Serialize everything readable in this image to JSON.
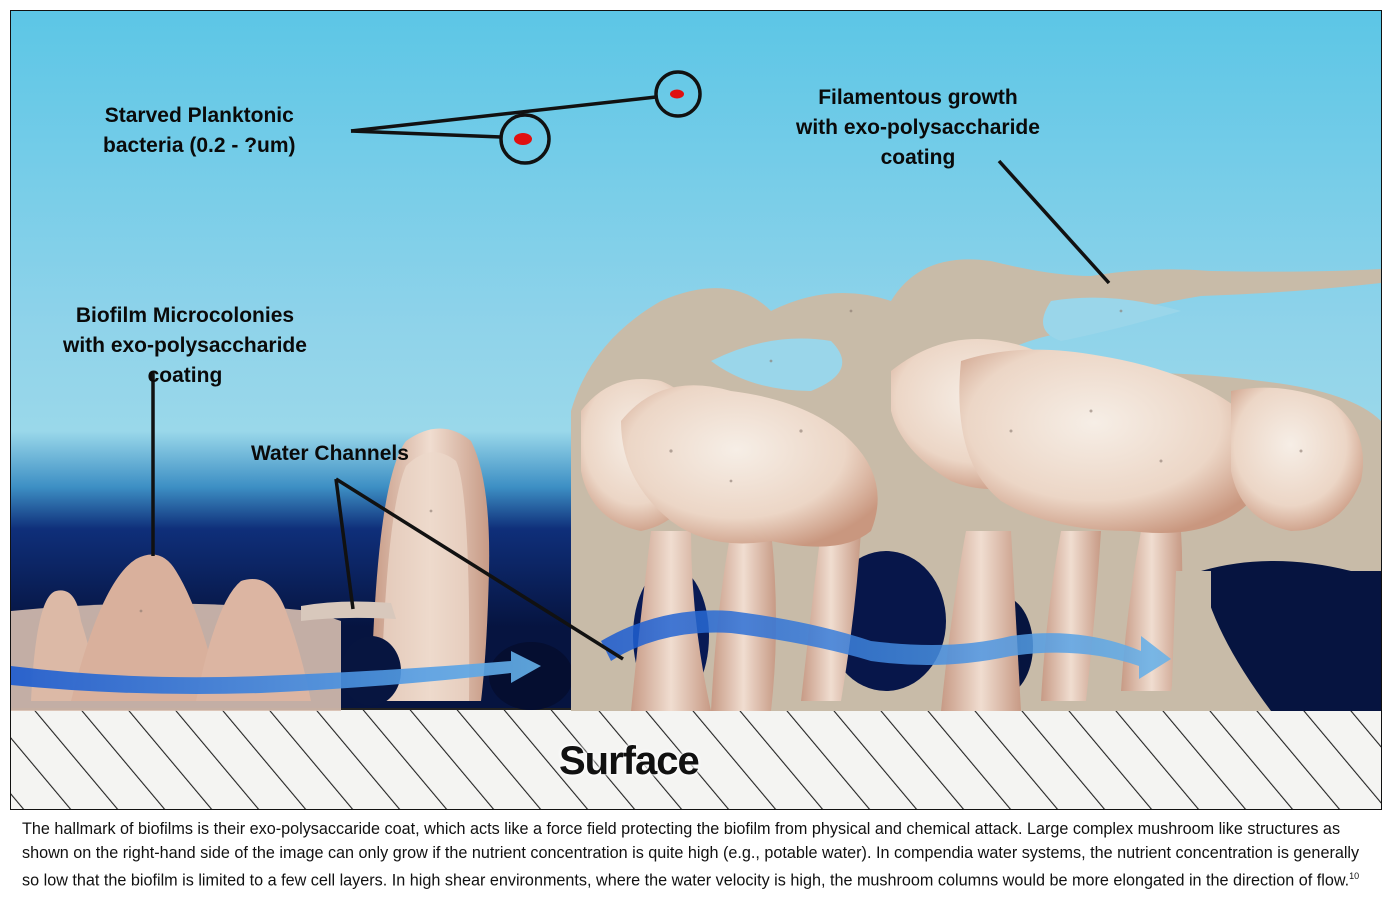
{
  "labels": {
    "planktonic": [
      "Starved Planktonic",
      "bacteria (0.2 - ?um)"
    ],
    "filamentous": [
      "Filamentous growth",
      "with exo-polysaccharide",
      "coating"
    ],
    "microcolonies": [
      "Biofilm Microcolonies",
      "with exo-polysaccharide",
      "coating"
    ],
    "water_channels": "Water Channels",
    "surface": "Surface"
  },
  "caption": {
    "text": "The hallmark of biofilms is their exo-polysaccaride coat, which acts like a force field protecting the biofilm from physical and chemical attack. Large complex mushroom like structures as shown on the right-hand side of the image can only grow if the nutrient concentration is quite high (e.g., potable water). In compendia water systems, the nutrient concentration is generally so low that the biofilm is limited to a few cell layers. In high shear environments, where the water velocity is high, the mushroom columns would be more elongated in the direction of flow.",
    "footnote": "10"
  },
  "colors": {
    "water_top": "#5cc4e4",
    "water_mid": "#9ad6ea",
    "water_deep": "#0a1e5e",
    "biofilm": "#e8cfc0",
    "matrix": "#c8bba8",
    "flow_arrow": "#3a7bd5",
    "bacteria_fill": "#e01010"
  }
}
